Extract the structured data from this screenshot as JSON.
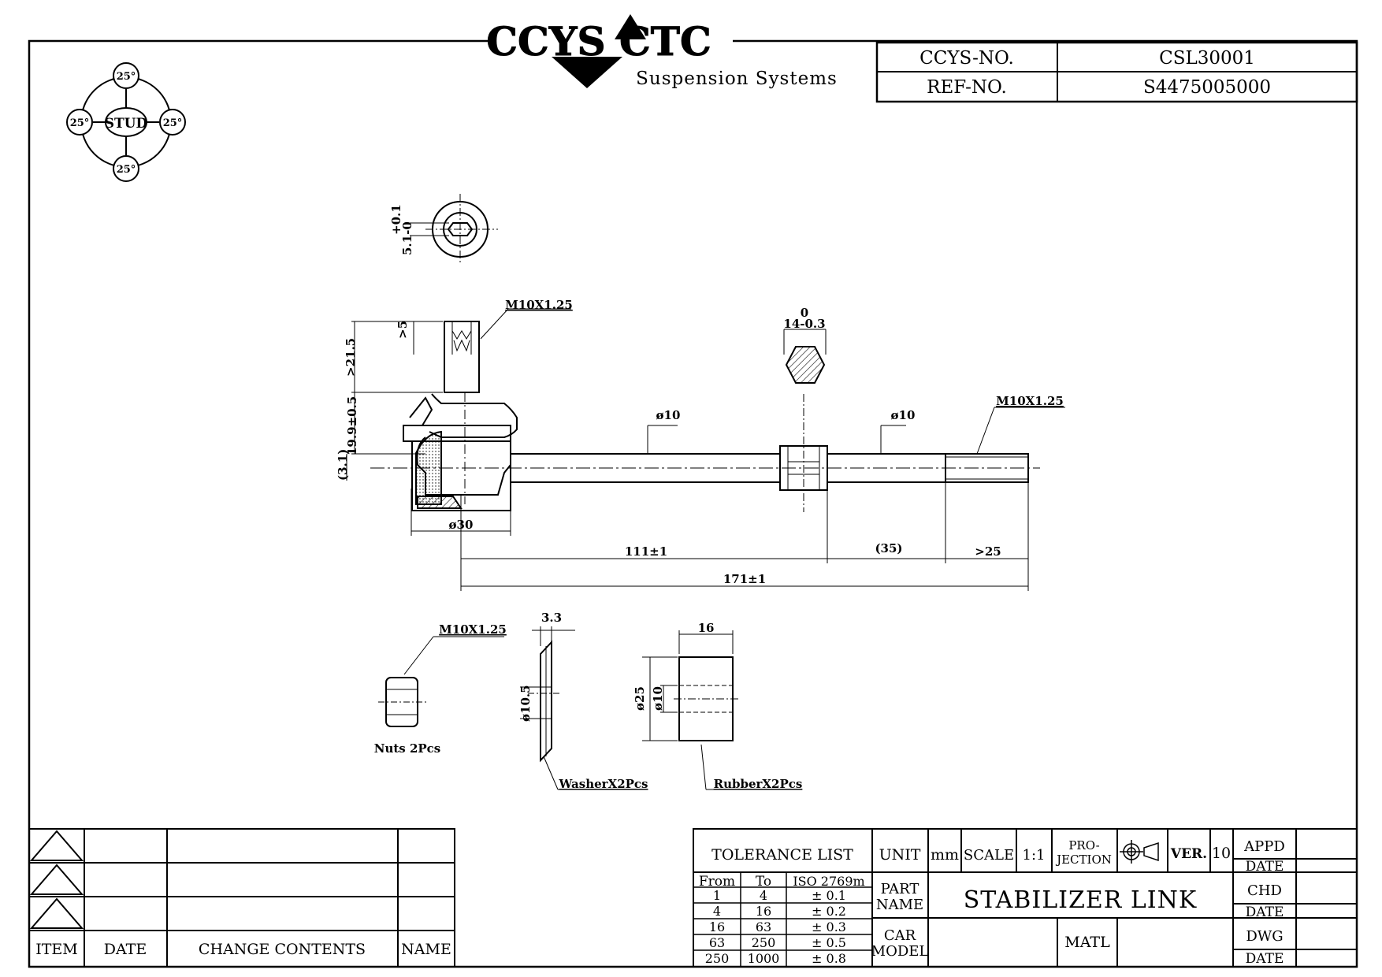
{
  "header": {
    "logo_text": "CCYS CTC",
    "logo_sub": "Suspension Systems",
    "ccys_no_label": "CCYS-NO.",
    "ccys_no_value": "CSL30001",
    "ref_no_label": "REF-NO.",
    "ref_no_value": "S4475005000"
  },
  "stud_badge": {
    "center": "STUD",
    "top": "25°",
    "left": "25°",
    "right": "25°",
    "bottom": "25°"
  },
  "dimensions": {
    "hex_top_tol": "+0.1",
    "hex_bottom_tol": "5.1-0",
    "thread_top": "M10X1.25",
    "d5": ">5",
    "d21_5": ">21.5",
    "d19_9": "19.9±0.5",
    "d3_1": "(3.1)",
    "dia30": "ø30",
    "dia10_a": "ø10",
    "dia10_b": "ø10",
    "hex_zero": "0",
    "hex14": "14-0.3",
    "thread_end": "M10X1.25",
    "d111": "111±1",
    "d35": "(35)",
    "d25": ">25",
    "d171": "171±1"
  },
  "parts": {
    "nut_thread": "M10X1.25",
    "nut_label": "Nuts 2Pcs",
    "washer_thick": "3.3",
    "washer_dia": "ø10.5",
    "washer_label": "WasherX2Pcs",
    "rubber_len": "16",
    "rubber_outer": "ø25",
    "rubber_inner": "ø10",
    "rubber_label": "RubberX2Pcs"
  },
  "revision_table": {
    "headers": [
      "ITEM",
      "DATE",
      "CHANGE CONTENTS",
      "NAME"
    ]
  },
  "title_block": {
    "tolerance_title": "TOLERANCE LIST",
    "tol_headers": [
      "From",
      "To",
      "ISO 2769m"
    ],
    "tol_rows": [
      [
        "1",
        "4",
        "± 0.1"
      ],
      [
        "4",
        "16",
        "± 0.2"
      ],
      [
        "16",
        "63",
        "± 0.3"
      ],
      [
        "63",
        "250",
        "± 0.5"
      ],
      [
        "250",
        "1000",
        "± 0.8"
      ]
    ],
    "unit_label": "UNIT",
    "unit_value": "mm",
    "scale_label": "SCALE",
    "scale_value": "1:1",
    "projection_label_1": "PRO-",
    "projection_label_2": "JECTION",
    "ver_label": "VER.",
    "ver_value": "10",
    "part_name_label_1": "PART",
    "part_name_label_2": "NAME",
    "part_name_value": "STABILIZER LINK",
    "car_model_label_1": "CAR",
    "car_model_label_2": "MODEL",
    "matl_label": "MATL",
    "appd": "APPD",
    "date1": "DATE",
    "chd": "CHD",
    "date2": "DATE",
    "dwg": "DWG",
    "date3": "DATE"
  }
}
